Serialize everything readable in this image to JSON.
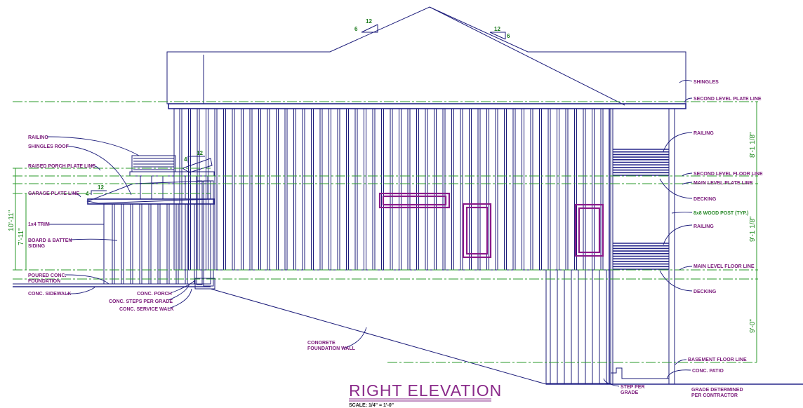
{
  "drawing": {
    "title": "RIGHT ELEVATION",
    "scale": "SCALE: 1/4\" = 1'-0\""
  },
  "left_labels": {
    "railing": "RAILING",
    "shingles_roof": "SHINGLES ROOF",
    "raised_porch_plate_line": "RAISED PORCH PLATE LINE",
    "garage_plate_line": "GARAGE PLATE LINE",
    "trim": "1x4 TRIM",
    "board_batten_1": "BOARD & BATTEN",
    "board_batten_2": "SIDING",
    "poured_foundation_1": "POURED CONC.",
    "poured_foundation_2": "FOUNDATION",
    "sidewalk": "CONC. SIDEWALK",
    "porch": "CONC. PORCH",
    "steps": "CONC. STEPS PER GRADE",
    "service_walk": "CONC. SERVICE WALK",
    "foundation_wall_1": "CONORETE",
    "foundation_wall_2": "FOUNDATION WALL"
  },
  "right_labels": {
    "shingles": "SHINGLES",
    "second_level_plate_line": "SECOND LEVEL PLATE LINE",
    "railing_upper": "RAILING",
    "second_level_floor_line": "SECOND LEVEL FLOOR LINE",
    "main_level_plate_line": "MAIN LEVEL PLATE LINE",
    "decking_upper": "DECKING",
    "wood_post": "8x8 WOOD POST (TYP.)",
    "railing_lower": "RAILING",
    "main_level_floor_line": "MAIN LEVEL FLOOR LINE",
    "decking_lower": "DECKING",
    "basement_floor_line": "BASEMENT FLOOR LINE",
    "patio": "CONC. PATIO",
    "step_per_grade_1": "STEP PER",
    "step_per_grade_2": "GRADE",
    "grade_1": "GRADE DETERMINED",
    "grade_2": "PER CONTRACTOR"
  },
  "dimensions": {
    "left_overall": "10'-11\"",
    "left_garage": "7'-11\"",
    "right_upper": "8'-1 1/8\"",
    "right_main": "9'-1 1/8\"",
    "right_basement": "9'-0\""
  },
  "slopes": {
    "main_left": {
      "rise": "6",
      "run": "12"
    },
    "main_right": {
      "rise": "6",
      "run": "12"
    },
    "porch": {
      "rise": "4",
      "run": "12"
    },
    "garage": {
      "rise": "4",
      "run": "12"
    }
  }
}
